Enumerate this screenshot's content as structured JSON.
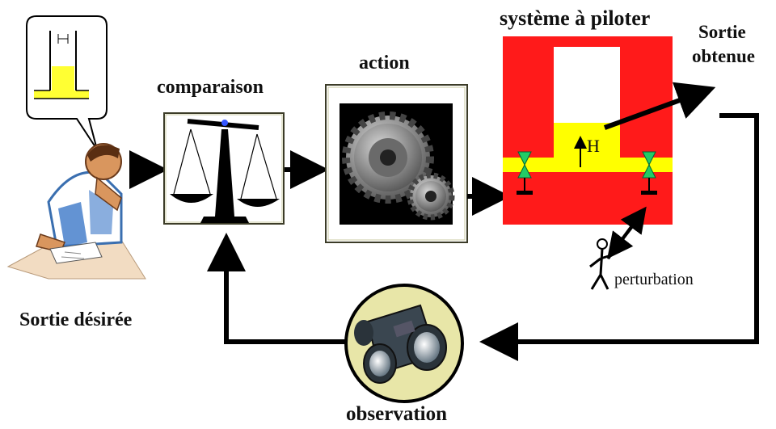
{
  "labels": {
    "comparison": "comparaison",
    "action": "action",
    "system": "système à piloter",
    "output_line1": "Sortie",
    "output_line2": "obtenue",
    "desired_output": "Sortie désirée",
    "disturbance": "perturbation",
    "observation": "observation",
    "level_symbol": "H",
    "bubble_symbol": "H"
  },
  "colors": {
    "system_red": "#ff1a1a",
    "water_yellow": "#ffff00",
    "valve_green": "#22cc66",
    "arrow": "#000000",
    "bubble_liquid": "#ffff33",
    "observation_disk": "#e8e6a8"
  },
  "icons": {
    "person": "person-at-desk-icon",
    "balance": "balance-scale-icon",
    "gears": "gears-icon",
    "binoculars": "binoculars-icon",
    "disturbance_figure": "stick-figure-icon"
  }
}
